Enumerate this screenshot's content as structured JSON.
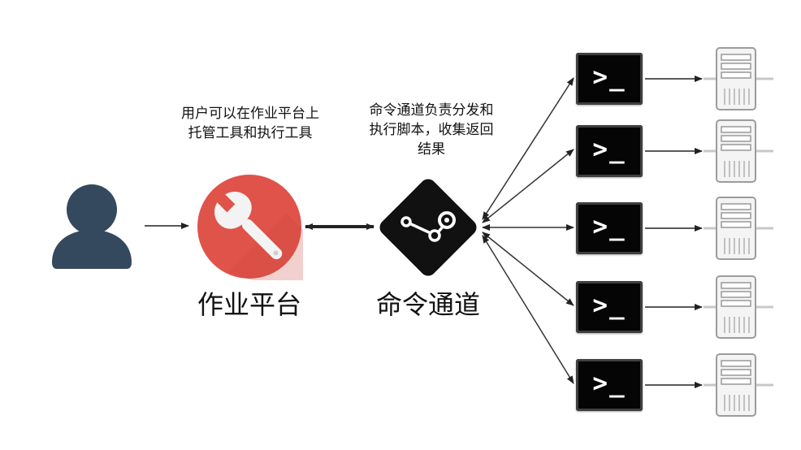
{
  "notes": {
    "platform_note": [
      "用户可以在作业平台上",
      "托管工具和执行工具"
    ],
    "channel_note": [
      "命令通道负责分发和",
      "执行脚本，收集返回",
      "结果"
    ]
  },
  "labels": {
    "platform": "作业平台",
    "channel": "命令通道"
  },
  "terminals": [
    {
      "prompt": ">_"
    },
    {
      "prompt": ">_"
    },
    {
      "prompt": ">_"
    },
    {
      "prompt": ">_"
    },
    {
      "prompt": ">_"
    }
  ],
  "servers": [
    {
      "icon": "server-icon"
    },
    {
      "icon": "server-icon"
    },
    {
      "icon": "server-icon"
    },
    {
      "icon": "server-icon"
    },
    {
      "icon": "server-icon"
    }
  ],
  "colors": {
    "user": "#34495e",
    "platform_circle": "#e0534a",
    "channel_diamond": "#111111",
    "arrow": "#222222"
  }
}
